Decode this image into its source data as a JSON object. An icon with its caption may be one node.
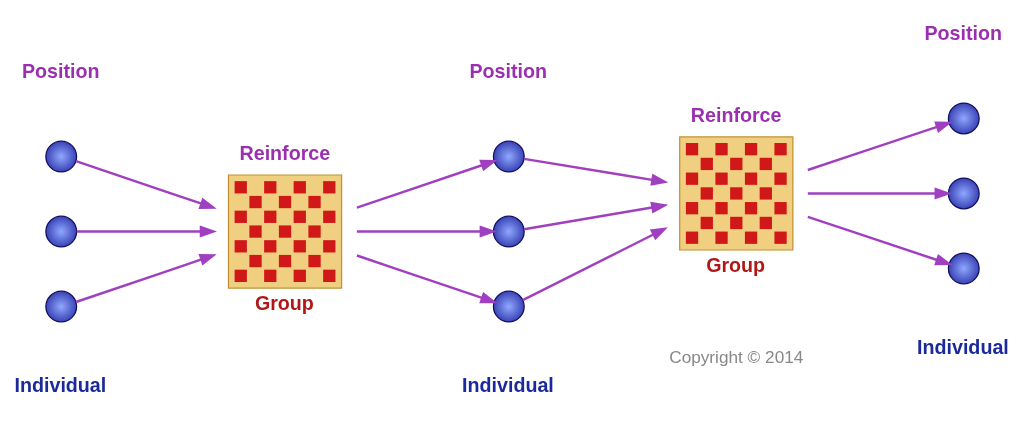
{
  "diagram": {
    "nodes": [
      {
        "text": [],
        "shape": "circle",
        "beside": [
          "Position"
        ]
      },
      {
        "text": [],
        "shape": "circle"
      },
      {
        "text": [],
        "shape": "circle",
        "beside": [
          "Individual"
        ]
      },
      {
        "text": [],
        "shape": "picture",
        "beside": [
          "Reinforce",
          "Group"
        ]
      },
      {
        "text": [],
        "shape": "circle",
        "beside": [
          "Position"
        ]
      },
      {
        "text": [],
        "shape": "circle"
      },
      {
        "text": [],
        "shape": "circle",
        "beside": [
          "Individual"
        ]
      },
      {
        "text": [],
        "shape": "picture",
        "beside": [
          "Reinforce",
          "Group"
        ]
      },
      {
        "text": [],
        "shape": "circle",
        "beside": [
          "Position"
        ]
      },
      {
        "text": [],
        "shape": "circle"
      },
      {
        "text": [],
        "shape": "circle",
        "beside": [
          "Individual"
        ]
      }
    ],
    "edges": [
      {
        "from": 0,
        "to": 3,
        "arrow": "to",
        "color": "#a040c0"
      },
      {
        "from": 1,
        "to": 3,
        "arrow": "to",
        "color": "#a040c0"
      },
      {
        "from": 2,
        "to": 3,
        "arrow": "to",
        "color": "#a040c0"
      },
      {
        "from": 3,
        "to": 4,
        "arrow": "to",
        "color": "#a040c0"
      },
      {
        "from": 3,
        "to": 5,
        "arrow": "to",
        "color": "#a040c0"
      },
      {
        "from": 3,
        "to": 6,
        "arrow": "to",
        "color": "#a040c0"
      },
      {
        "from": 4,
        "to": 7,
        "arrow": "to",
        "color": "#a040c0"
      },
      {
        "from": 5,
        "to": 7,
        "arrow": "to",
        "color": "#a040c0"
      },
      {
        "from": 6,
        "to": 7,
        "arrow": "to",
        "color": "#a040c0"
      },
      {
        "from": 7,
        "to": 8,
        "arrow": "to",
        "color": "#a040c0"
      },
      {
        "from": 7,
        "to": 9,
        "arrow": "to",
        "color": "#a040c0"
      },
      {
        "from": 7,
        "to": 10,
        "arrow": "to",
        "color": "#a040c0"
      }
    ],
    "labels": [
      "Copyright © 2014"
    ]
  }
}
